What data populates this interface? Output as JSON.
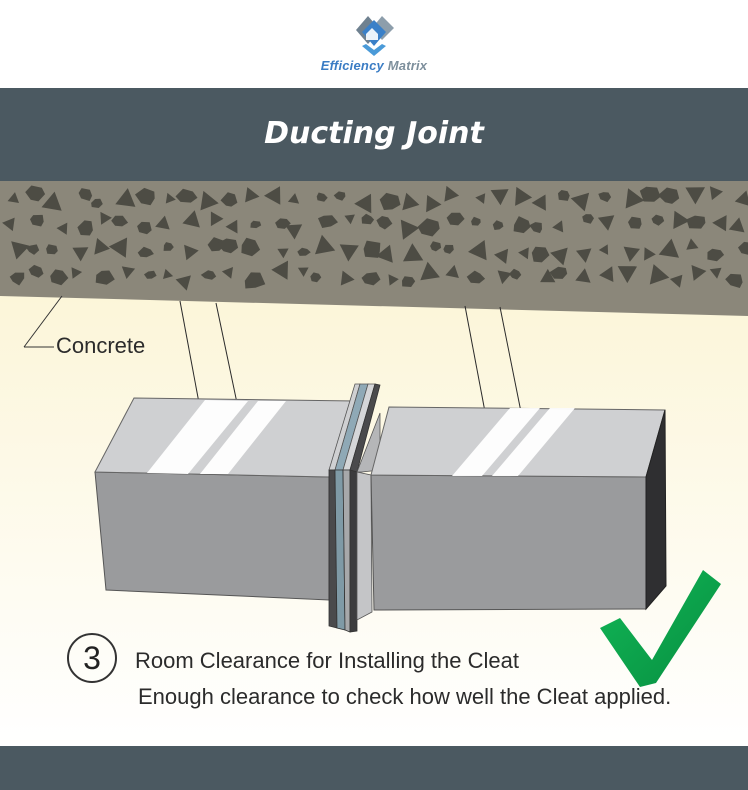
{
  "brand": {
    "name_part1": "Efficiency",
    "name_part2": "Matrix"
  },
  "title": "Ducting Joint",
  "labels": {
    "concrete": "Concrete"
  },
  "step": {
    "number": "3",
    "title": "Room Clearance for Installing the Cleat",
    "description": "Enough clearance to check how well the Cleat applied."
  },
  "colors": {
    "band": "#4b5961",
    "concrete": "#8b877a",
    "aggregate": "#4d4c44",
    "duct_front": "#9a9b9d",
    "duct_top": "#cfd0d2",
    "duct_side": "#2f2f31",
    "gasket": "#8fa9b6",
    "check": "#08a64e"
  },
  "icons": {
    "logo": "house-diamond-logo-icon",
    "check": "checkmark-icon"
  }
}
